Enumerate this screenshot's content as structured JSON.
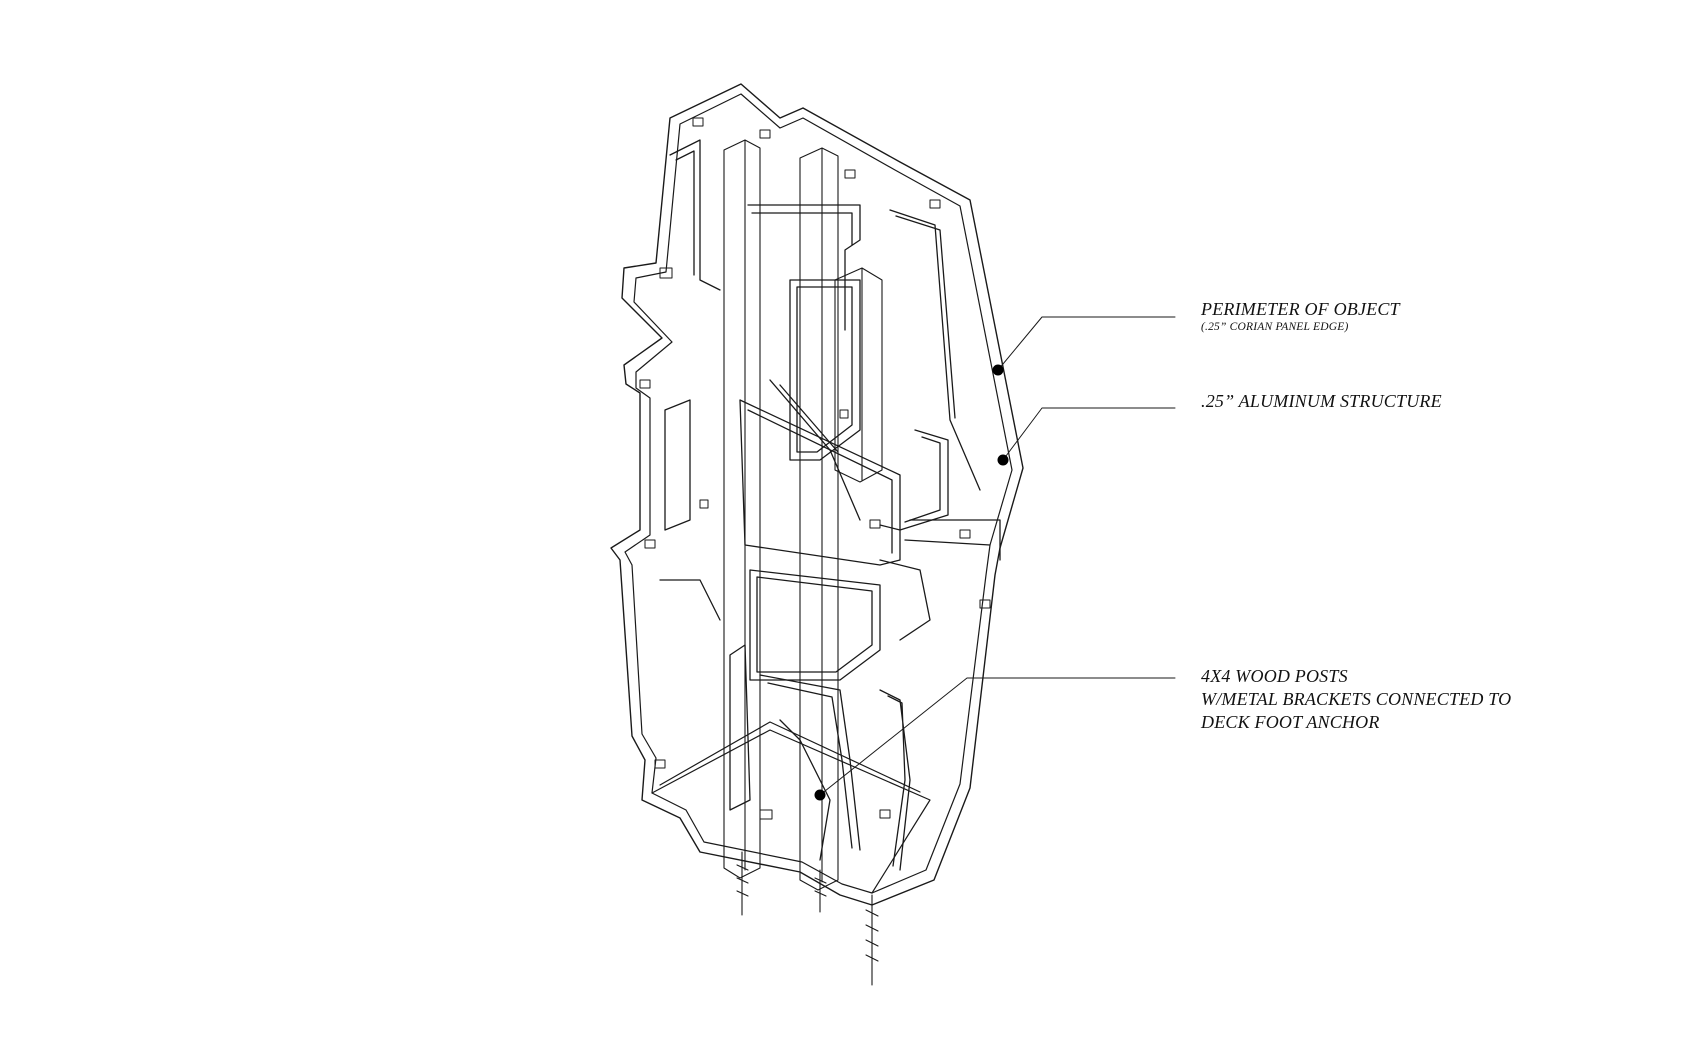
{
  "annotations": {
    "perimeter": {
      "title": "PERIMETER OF OBJECT",
      "subtitle": "(.25” CORIAN PANEL EDGE)"
    },
    "aluminum": {
      "title": ".25” ALUMINUM STRUCTURE"
    },
    "posts": {
      "line1": "4X4 WOOD POSTS",
      "line2": "W/METAL BRACKETS CONNECTED TO",
      "line3": "DECK FOOT ANCHOR"
    }
  },
  "colors": {
    "line": "#1a1a1a",
    "background": "#ffffff"
  }
}
